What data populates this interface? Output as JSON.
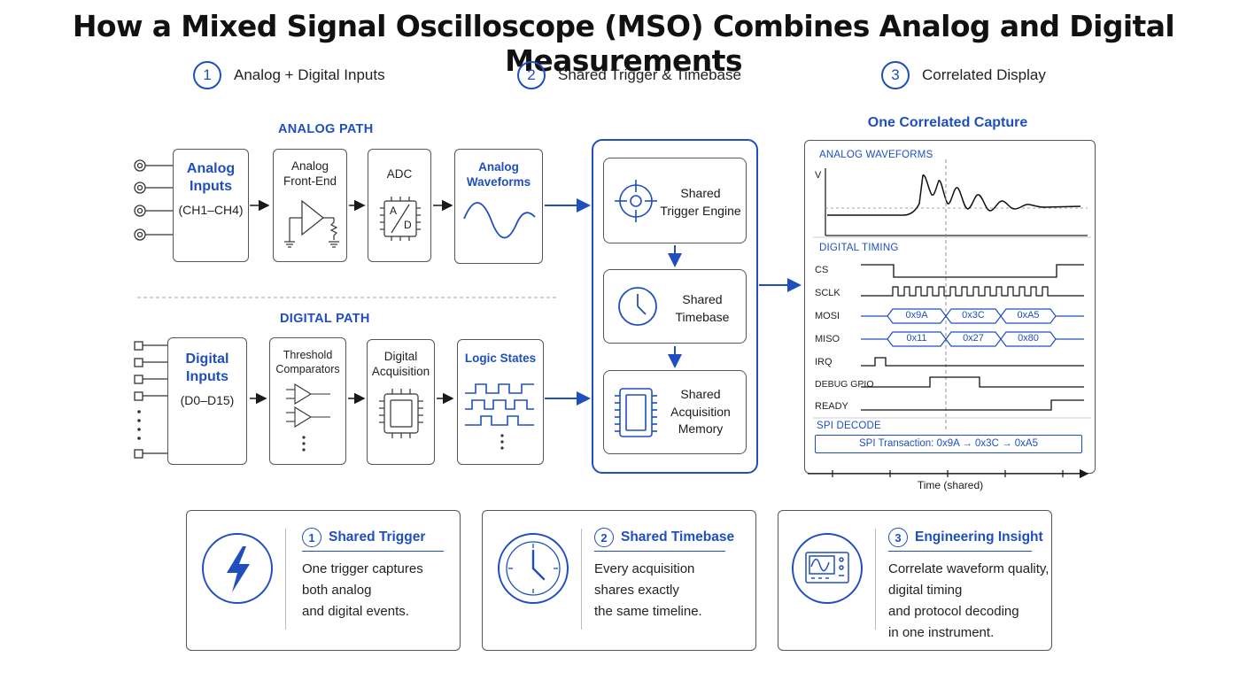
{
  "title": "How a Mixed Signal Oscilloscope (MSO) Combines Analog and Digital Measurements",
  "steps": [
    {
      "num": "1",
      "label": "Analog + Digital Inputs"
    },
    {
      "num": "2",
      "label": "Shared Trigger & Timebase"
    },
    {
      "num": "3",
      "label": "Correlated Display"
    }
  ],
  "analog": {
    "path_label": "ANALOG PATH",
    "inputs_title_1": "Analog",
    "inputs_title_2": "Inputs",
    "inputs_range": "(CH1–CH4)",
    "frontend_1": "Analog",
    "frontend_2": "Front-End",
    "adc": "ADC",
    "adc_a": "A",
    "adc_d": "D",
    "waveforms_1": "Analog",
    "waveforms_2": "Waveforms"
  },
  "digital": {
    "path_label": "DIGITAL PATH",
    "inputs_title_1": "Digital",
    "inputs_title_2": "Inputs",
    "inputs_range": "(D0–D15)",
    "threshold_1": "Threshold",
    "threshold_2": "Comparators",
    "acq_1": "Digital",
    "acq_2": "Acquisition",
    "logic_states": "Logic States"
  },
  "shared": {
    "trigger_1": "Shared",
    "trigger_2": "Trigger Engine",
    "timebase_1": "Shared",
    "timebase_2": "Timebase",
    "memory_1": "Shared",
    "memory_2": "Acquisition",
    "memory_3": "Memory"
  },
  "capture": {
    "title": "One Correlated Capture",
    "analog_label": "ANALOG WAVEFORMS",
    "v_label": "V",
    "digital_label": "DIGITAL TIMING",
    "signals": [
      "CS",
      "SCLK",
      "MOSI",
      "MISO",
      "IRQ",
      "DEBUG GPIO",
      "READY"
    ],
    "mosi_bytes": [
      "0x9A",
      "0x3C",
      "0xA5"
    ],
    "miso_bytes": [
      "0x11",
      "0x27",
      "0x80"
    ],
    "spi_label": "SPI DECODE",
    "spi_text": "SPI Transaction: 0x9A → 0x3C → 0xA5",
    "time_label": "Time (shared)"
  },
  "cards": [
    {
      "num": "1",
      "title": "Shared Trigger",
      "lines": [
        "One trigger captures",
        "both analog",
        "and digital events."
      ]
    },
    {
      "num": "2",
      "title": "Shared Timebase",
      "lines": [
        "Every acquisition",
        "shares exactly",
        "the same timeline."
      ]
    },
    {
      "num": "3",
      "title": "Engineering Insight",
      "lines": [
        "Correlate waveform quality,",
        "digital timing",
        "and protocol decoding",
        "in one instrument."
      ]
    }
  ],
  "colors": {
    "accent": "#1f4fbf",
    "border": "#555555",
    "text": "#222222"
  }
}
